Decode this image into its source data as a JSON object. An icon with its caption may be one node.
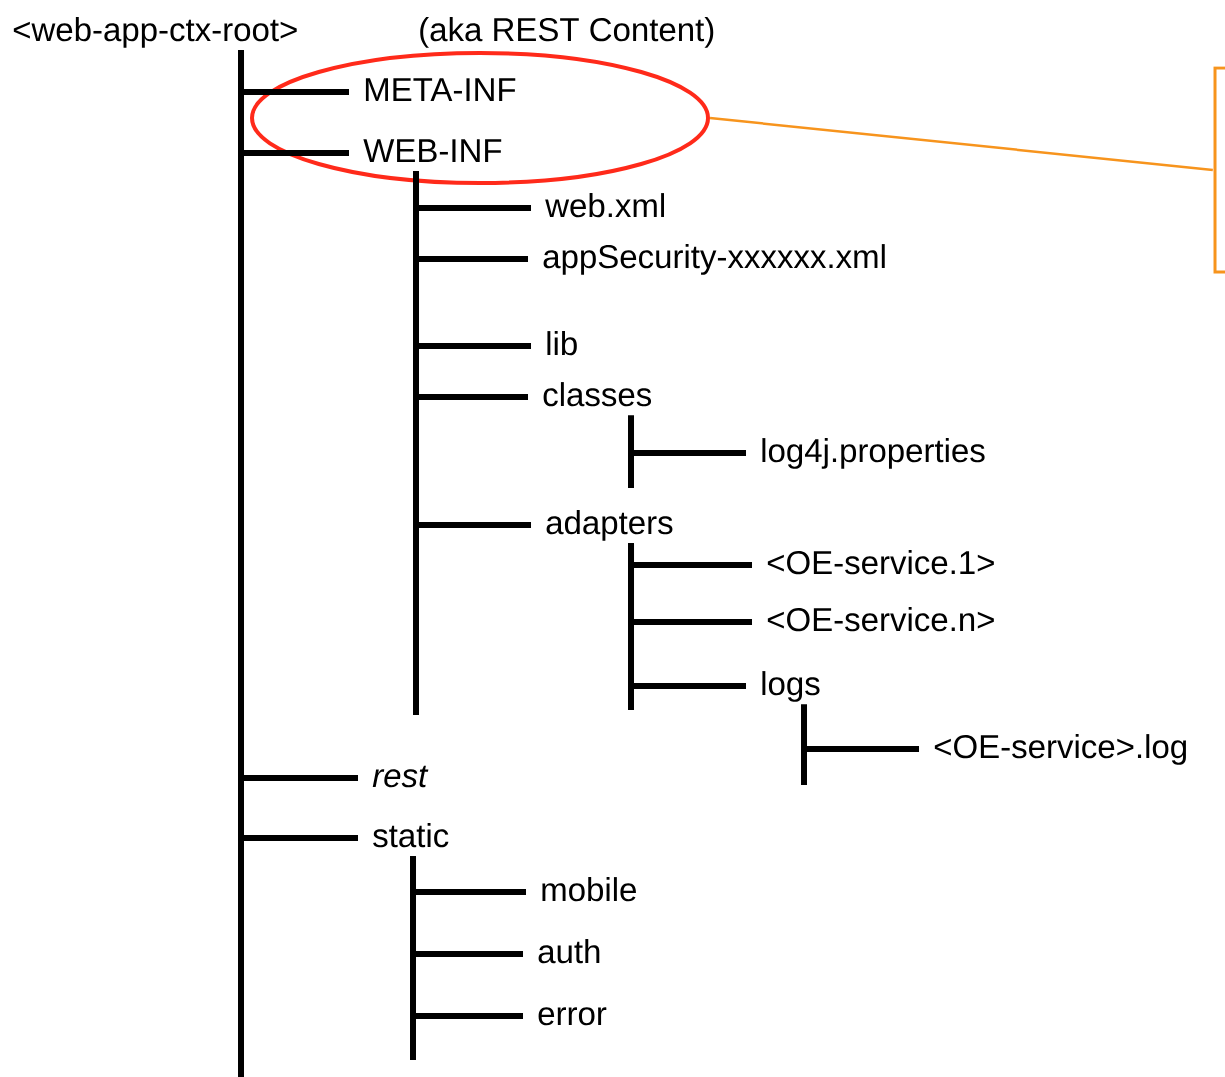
{
  "diagram": {
    "nodes": [
      {
        "text": [
          "<web-app-ctx-root>"
        ]
      },
      {
        "text": [
          "META-INF"
        ],
        "in": 18
      },
      {
        "text": [
          "WEB-INF"
        ],
        "in": 18
      },
      {
        "text": [
          "web.xml"
        ]
      },
      {
        "text": [
          "appSecurity-xxxxxx.xml"
        ]
      },
      {
        "text": [
          "lib"
        ]
      },
      {
        "text": [
          "classes"
        ]
      },
      {
        "text": [
          "log4j.properties"
        ]
      },
      {
        "text": [
          "adapters"
        ]
      },
      {
        "text": [
          "<OE-service.1>"
        ]
      },
      {
        "text": [
          "<OE-service.n>"
        ]
      },
      {
        "text": [
          "logs"
        ]
      },
      {
        "text": [
          "<OE-service>.log"
        ]
      },
      {
        "text": [
          "rest"
        ]
      },
      {
        "text": [
          "static"
        ]
      },
      {
        "text": [
          "mobile"
        ]
      },
      {
        "text": [
          "auth"
        ]
      },
      {
        "text": [
          "error"
        ]
      },
      {
        "text": [],
        "shape": "ellipse"
      },
      {
        "text": [],
        "shape": "box"
      }
    ],
    "edges": [
      {
        "from": 0,
        "to": 1,
        "arrow": "none"
      },
      {
        "from": 0,
        "to": 2,
        "arrow": "none"
      },
      {
        "from": 0,
        "to": 13,
        "arrow": "none"
      },
      {
        "from": 0,
        "to": 14,
        "arrow": "none"
      },
      {
        "from": 2,
        "to": 3,
        "arrow": "none"
      },
      {
        "from": 2,
        "to": 4,
        "arrow": "none"
      },
      {
        "from": 2,
        "to": 5,
        "arrow": "none"
      },
      {
        "from": 2,
        "to": 6,
        "arrow": "none"
      },
      {
        "from": 2,
        "to": 8,
        "arrow": "none"
      },
      {
        "from": 6,
        "to": 7,
        "arrow": "none"
      },
      {
        "from": 8,
        "to": 9,
        "arrow": "none"
      },
      {
        "from": 8,
        "to": 10,
        "arrow": "none"
      },
      {
        "from": 8,
        "to": 11,
        "arrow": "none"
      },
      {
        "from": 11,
        "to": 12,
        "arrow": "none"
      },
      {
        "from": 14,
        "to": 15,
        "arrow": "none"
      },
      {
        "from": 14,
        "to": 16,
        "arrow": "none"
      },
      {
        "from": 14,
        "to": 17,
        "arrow": "none"
      },
      {
        "from": 18,
        "to": 19,
        "arrow": "none",
        "color": "#f7941d"
      }
    ],
    "labels": [
      "(aka REST Content)"
    ]
  }
}
